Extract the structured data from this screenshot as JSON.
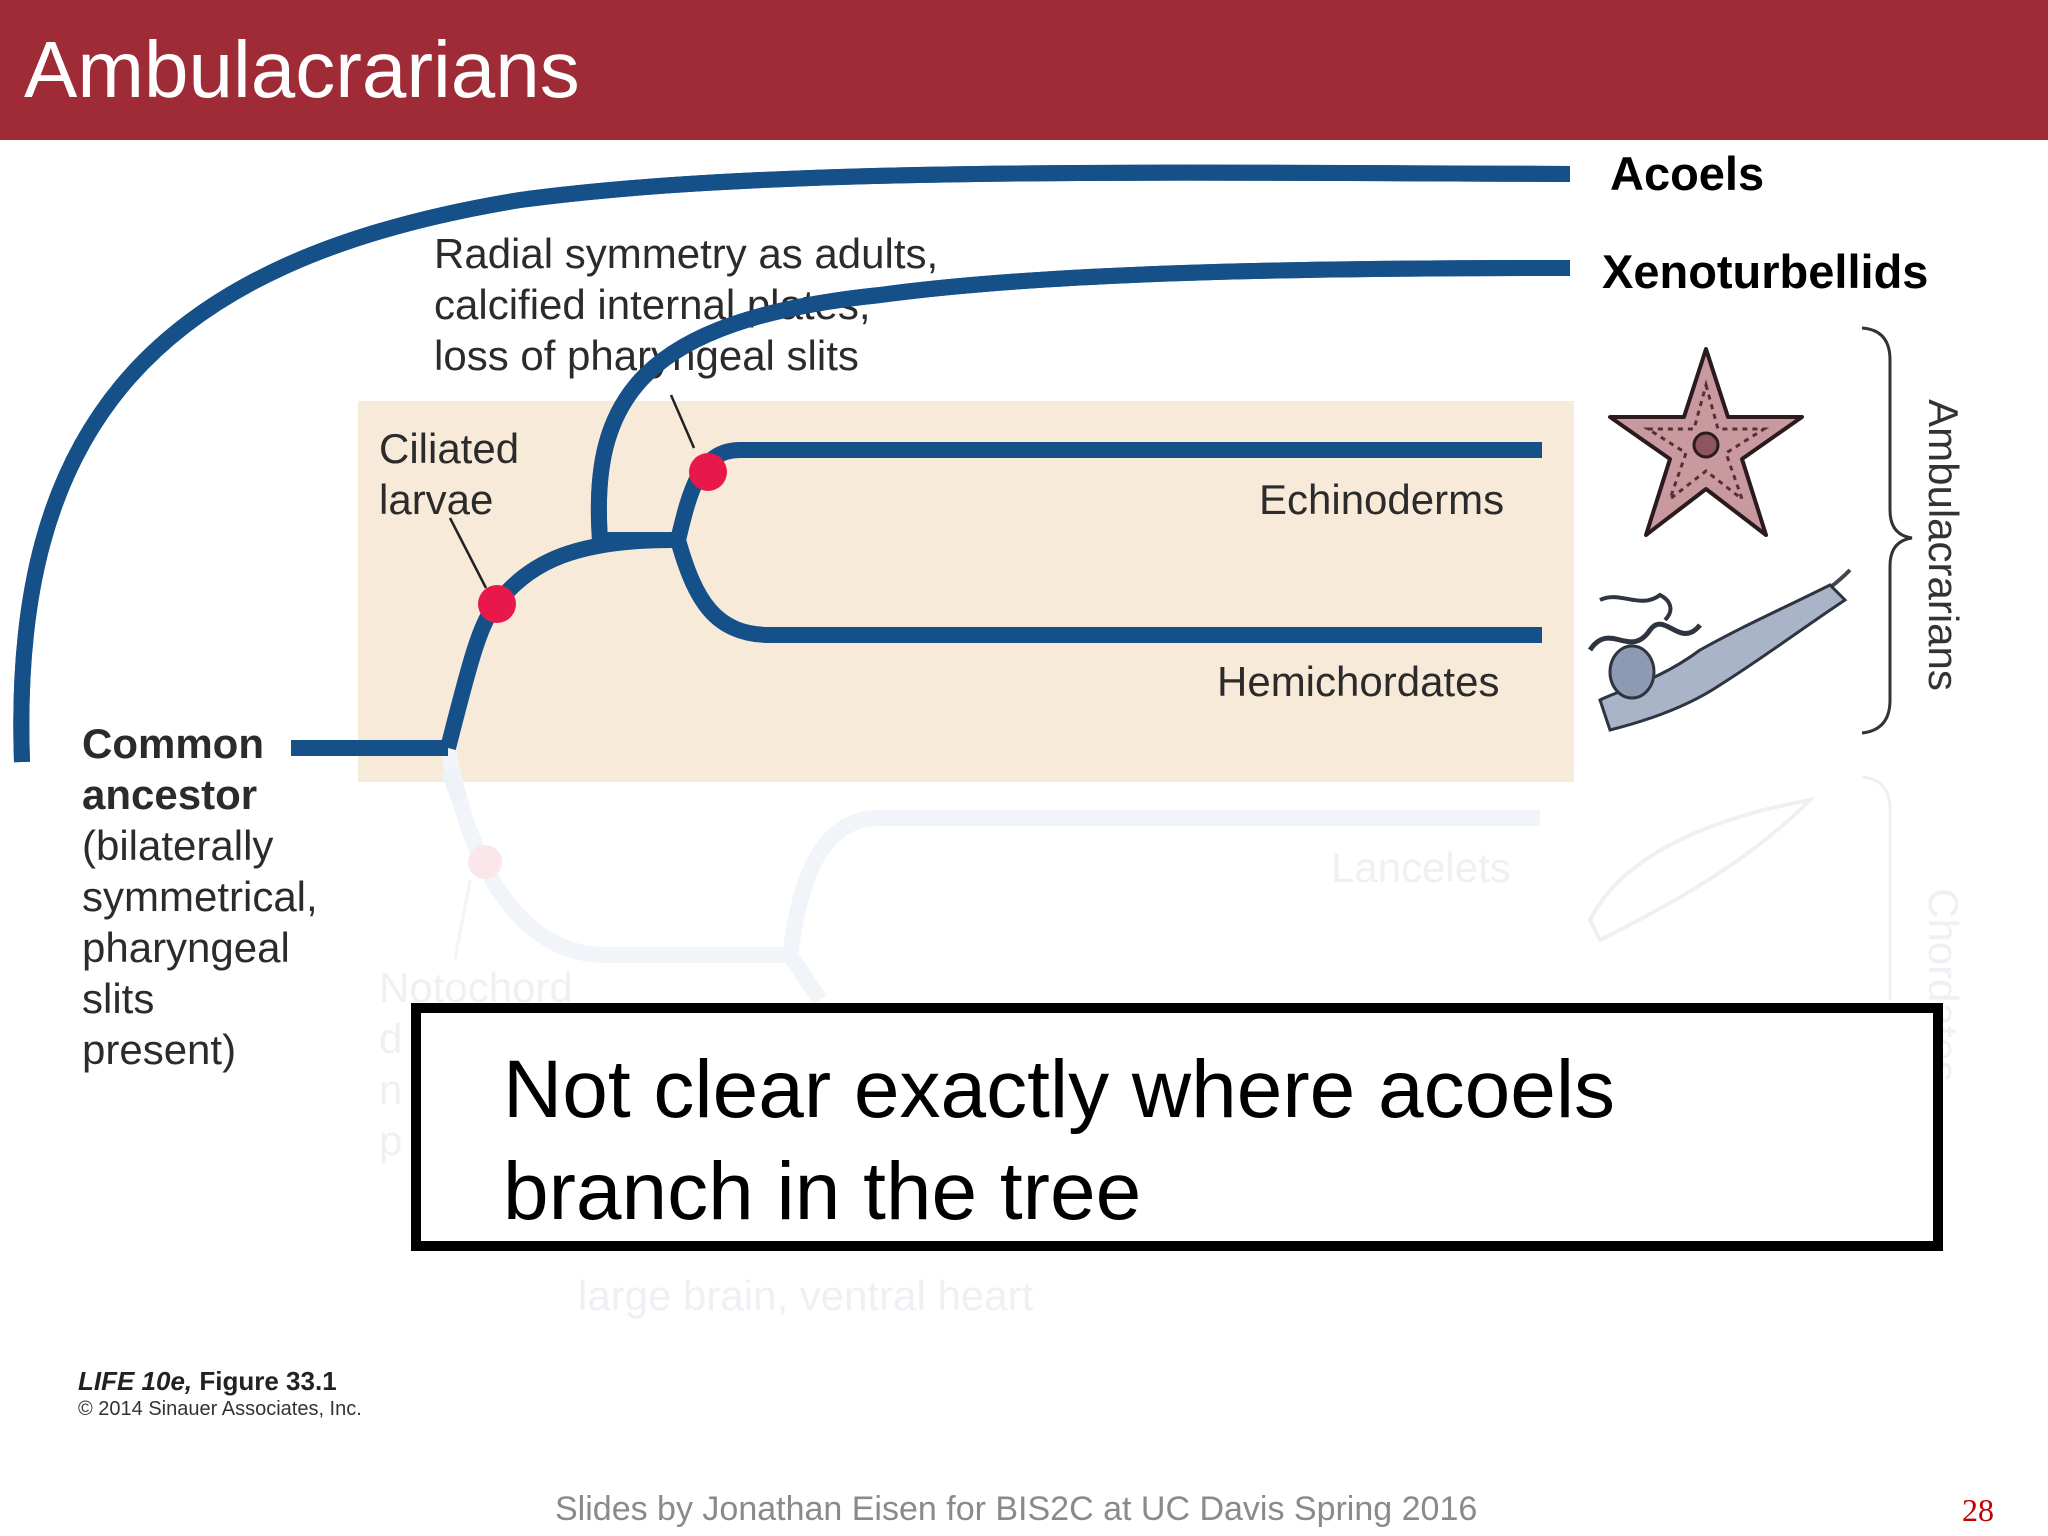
{
  "title": "Ambulacrarians",
  "taxa": {
    "acoels": "Acoels",
    "xenoturbellids": "Xenoturbellids",
    "echinoderms": "Echinoderms",
    "hemichordates": "Hemichordates",
    "lancelets": "Lancelets"
  },
  "group_labels": {
    "ambulacrarians": "Ambulacrarians",
    "chordates": "Chordates"
  },
  "traits": {
    "radial": [
      "Radial symmetry as adults,",
      "calcified internal plates,",
      "loss of pharyngeal slits"
    ],
    "ciliated": [
      "Ciliated",
      "larvae"
    ],
    "notochord": [
      "Notochord",
      "d",
      "n",
      "p"
    ],
    "brain": "large brain, ventral heart"
  },
  "ancestor": [
    "Common",
    "ancestor",
    "(bilaterally",
    "symmetrical,",
    "pharyngeal",
    "slits",
    "present)"
  ],
  "callout": [
    "Not clear exactly where acoels",
    "branch in the tree"
  ],
  "credit": {
    "book": "LIFE 10e,",
    "figure": "Figure 33.1",
    "copyright": "© 2014 Sinauer Associates, Inc."
  },
  "footer": "Slides by Jonathan Eisen for BIS2C at UC Davis Spring 2016",
  "page_number": "28",
  "colors": {
    "title_bar": "#9e2b35",
    "branch": "#155089",
    "highlight": "#f8ead9",
    "node": "#e8194a"
  },
  "icons": [
    "starfish-illustration",
    "acorn-worm-illustration",
    "lancelet-illustration"
  ]
}
